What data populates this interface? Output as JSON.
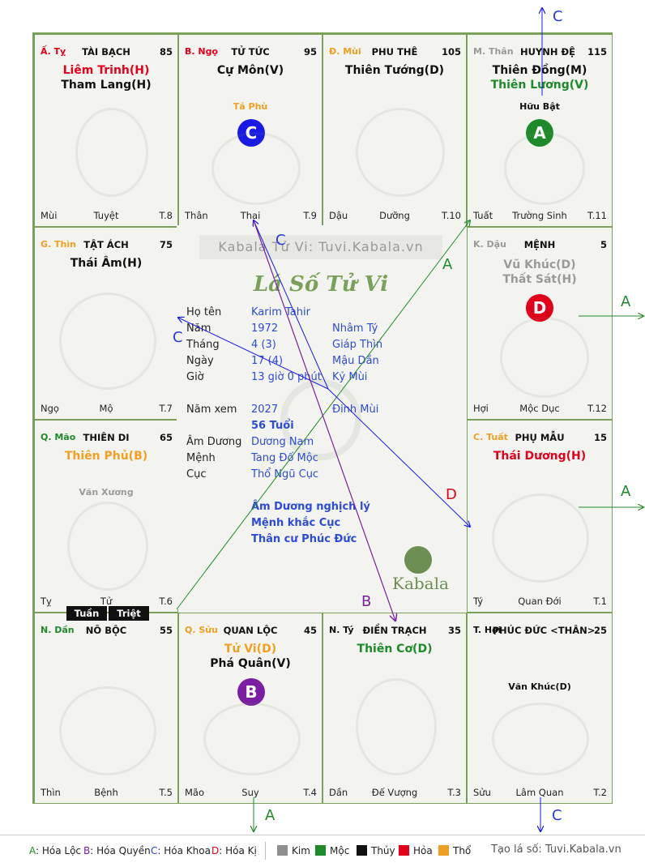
{
  "colors": {
    "red": "#e2001a",
    "black": "#111111",
    "green": "#1f8a2a",
    "orange": "#f0a020",
    "gray": "#9a9a9a",
    "blue": "#2d4bd6",
    "purple": "#7b1fa2",
    "hoa_loc": "#1f8a2a",
    "hoa_quyen": "#7b1fa2",
    "hoa_khoa": "#2b3bd6",
    "hoa_ki": "#e2001a"
  },
  "palaces": [
    {
      "can": "Ấ. Tỵ",
      "name": "TÀI BẠCH",
      "num": "85",
      "stars": [
        "Liêm Trinh(H)",
        "Tham Lang(H)"
      ],
      "minor": [],
      "bottom_left": "Mùi",
      "bottom_center": "Tuyệt",
      "bottom_right": "T.8"
    },
    {
      "can": "B. Ngọ",
      "name": "TỬ TỨC",
      "num": "95",
      "stars": [
        "Cự Môn(V)"
      ],
      "minor": [
        "Tả Phù"
      ],
      "circle": "C",
      "bottom_left": "Thân",
      "bottom_center": "Thai",
      "bottom_right": "T.9"
    },
    {
      "can": "Đ. Mùi",
      "name": "PHU THÊ",
      "num": "105",
      "stars": [
        "Thiên Tướng(D)"
      ],
      "minor": [],
      "bottom_left": "Dậu",
      "bottom_center": "Dưỡng",
      "bottom_right": "T.10"
    },
    {
      "can": "M. Thân",
      "name": "HUYNH ĐỆ",
      "num": "115",
      "stars": [
        "Thiên Đồng(M)",
        "Thiên Lương(V)"
      ],
      "minor": [
        "Hữu Bật"
      ],
      "circle": "A",
      "bottom_left": "Tuất",
      "bottom_center": "Trường Sinh",
      "bottom_right": "T.11"
    },
    {
      "can": "K. Dậu",
      "name": "MỆNH",
      "num": "5",
      "stars": [
        "Vũ Khúc(D)",
        "Thất Sát(H)"
      ],
      "minor": [],
      "circle": "D",
      "bottom_left": "Hợi",
      "bottom_center": "Mộc Dục",
      "bottom_right": "T.12"
    },
    {
      "can": "C. Tuất",
      "name": "PHỤ MẪU",
      "num": "15",
      "stars": [
        "Thái Dương(H)"
      ],
      "minor": [],
      "bottom_left": "Tý",
      "bottom_center": "Quan Đới",
      "bottom_right": "T.1"
    },
    {
      "can": "T. Hợi",
      "name": "PHÚC ĐỨC <THÂN>",
      "num": "25",
      "stars": [],
      "minor": [
        "Văn Khúc(D)"
      ],
      "bottom_left": "Sửu",
      "bottom_center": "Lâm Quan",
      "bottom_right": "T.2"
    },
    {
      "can": "N. Tý",
      "name": "ĐIỀN TRẠCH",
      "num": "35",
      "stars": [
        "Thiên Cơ(D)"
      ],
      "minor": [],
      "bottom_left": "Dần",
      "bottom_center": "Đế Vượng",
      "bottom_right": "T.3"
    },
    {
      "can": "Q. Sửu",
      "name": "QUAN LỘC",
      "num": "45",
      "stars": [
        "Tử Vi(D)",
        "Phá Quân(V)"
      ],
      "minor": [],
      "circle": "B",
      "bottom_left": "Mão",
      "bottom_center": "Suy",
      "bottom_right": "T.4"
    },
    {
      "can": "N. Dần",
      "name": "NÔ BỘC",
      "num": "55",
      "stars": [],
      "minor": [],
      "bottom_left": "Thìn",
      "bottom_center": "Bệnh",
      "bottom_right": "T.5"
    },
    {
      "can": "Q. Mão",
      "name": "THIÊN DI",
      "num": "65",
      "stars": [
        "Thiên Phủ(B)"
      ],
      "minor": [
        "Văn Xương"
      ],
      "bottom_left": "Tỵ",
      "bottom_center": "Tử",
      "bottom_right": "T.6"
    },
    {
      "can": "G. Thìn",
      "name": "TẬT ÁCH",
      "num": "75",
      "stars": [
        "Thái Âm(H)"
      ],
      "minor": [],
      "bottom_left": "Ngọ",
      "bottom_center": "Mộ",
      "bottom_right": "T.7"
    }
  ],
  "tuan_triet": [
    "Tuần",
    "Triệt"
  ],
  "center": {
    "site": "Kabala Tử Vi: Tuvi.Kabala.vn",
    "logo_title": "Lá Số Tử Vi",
    "rows": [
      {
        "k": "Họ tên",
        "v": "Karim Tahir",
        "v2": ""
      },
      {
        "k": "Năm",
        "v": "1972",
        "v2": "Nhâm Tý"
      },
      {
        "k": "Tháng",
        "v": "4  (3)",
        "v2": "Giáp Thìn"
      },
      {
        "k": "Ngày",
        "v": "17  (4)",
        "v2": "Mậu Dần"
      },
      {
        "k": "Giờ",
        "v": "13 giờ 0 phút",
        "v2": "Kỷ Mùi"
      },
      {
        "k": "Năm xem",
        "v": "2027",
        "v2": "Đinh Mùi"
      },
      {
        "k": "",
        "v": "56 Tuổi",
        "v2": ""
      },
      {
        "k": "Âm Dương",
        "v": "Dương Nam",
        "v2": ""
      },
      {
        "k": "Mệnh",
        "v": "Tang Đố Mộc",
        "v2": ""
      },
      {
        "k": "Cục",
        "v": "Thổ Ngũ Cục",
        "v2": ""
      }
    ],
    "notes": [
      "Âm Dương nghịch lý",
      "Mệnh khắc Cục",
      "Thân cư Phúc Đức"
    ],
    "kabala_text": "Kabala"
  },
  "arrow_labels": {
    "C_top": "C",
    "A_right1": "A",
    "A_right2": "A",
    "A_bottom": "A",
    "C_bottom": "C",
    "C_mid": "C",
    "C_left": "C",
    "A_mid": "A",
    "D_mid": "D",
    "B_mid": "B"
  },
  "legend": {
    "hoa": [
      {
        "key": "A",
        "label": ": Hóa Lộc"
      },
      {
        "key": "B",
        "label": ": Hóa Quyền"
      },
      {
        "key": "C",
        "label": ": Hóa Khoa"
      },
      {
        "key": "D",
        "label": ": Hóa Kị"
      }
    ],
    "elements": [
      {
        "label": "Kim",
        "color": "#8f8f8f"
      },
      {
        "label": "Mộc",
        "color": "#1f8a2a"
      },
      {
        "label": "Thủy",
        "color": "#111111"
      },
      {
        "label": "Hỏa",
        "color": "#e2001a"
      },
      {
        "label": "Thổ",
        "color": "#f0a020"
      }
    ],
    "credit": "Tạo lá số: Tuvi.Kabala.vn"
  }
}
